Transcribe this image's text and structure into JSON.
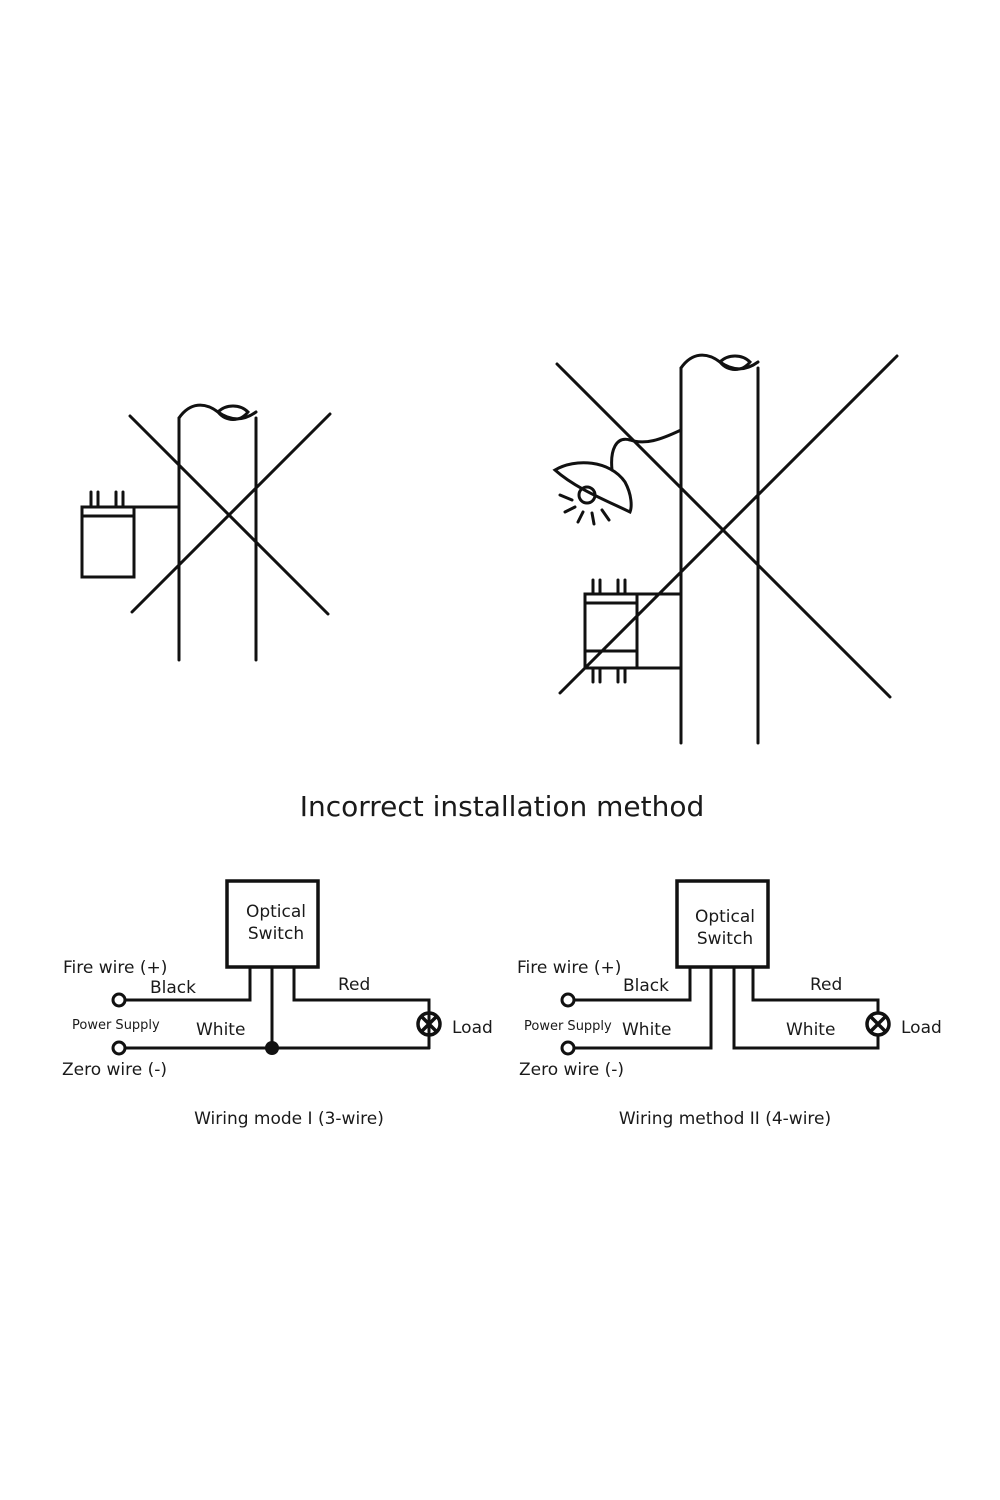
{
  "title": "Incorrect installation method",
  "diagram1": {
    "box": [
      "Optical",
      "Switch"
    ],
    "fire": "Fire wire (+)",
    "black": "Black",
    "power": "Power Supply",
    "white": "White",
    "zero": "Zero wire (-)",
    "red": "Red",
    "load": "Load",
    "caption": "Wiring mode I (3-wire)"
  },
  "diagram2": {
    "box": [
      "Optical",
      "Switch"
    ],
    "fire": "Fire wire (+)",
    "black": "Black",
    "power": "Power Supply",
    "white_left": "White",
    "white_right": "White",
    "zero": "Zero wire (-)",
    "red": "Red",
    "load": "Load",
    "caption": "Wiring method II (4-wire)"
  },
  "icons": [
    "pole",
    "sensor-switch",
    "lamp",
    "cross-mark",
    "lamp-load-symbol",
    "terminal"
  ]
}
